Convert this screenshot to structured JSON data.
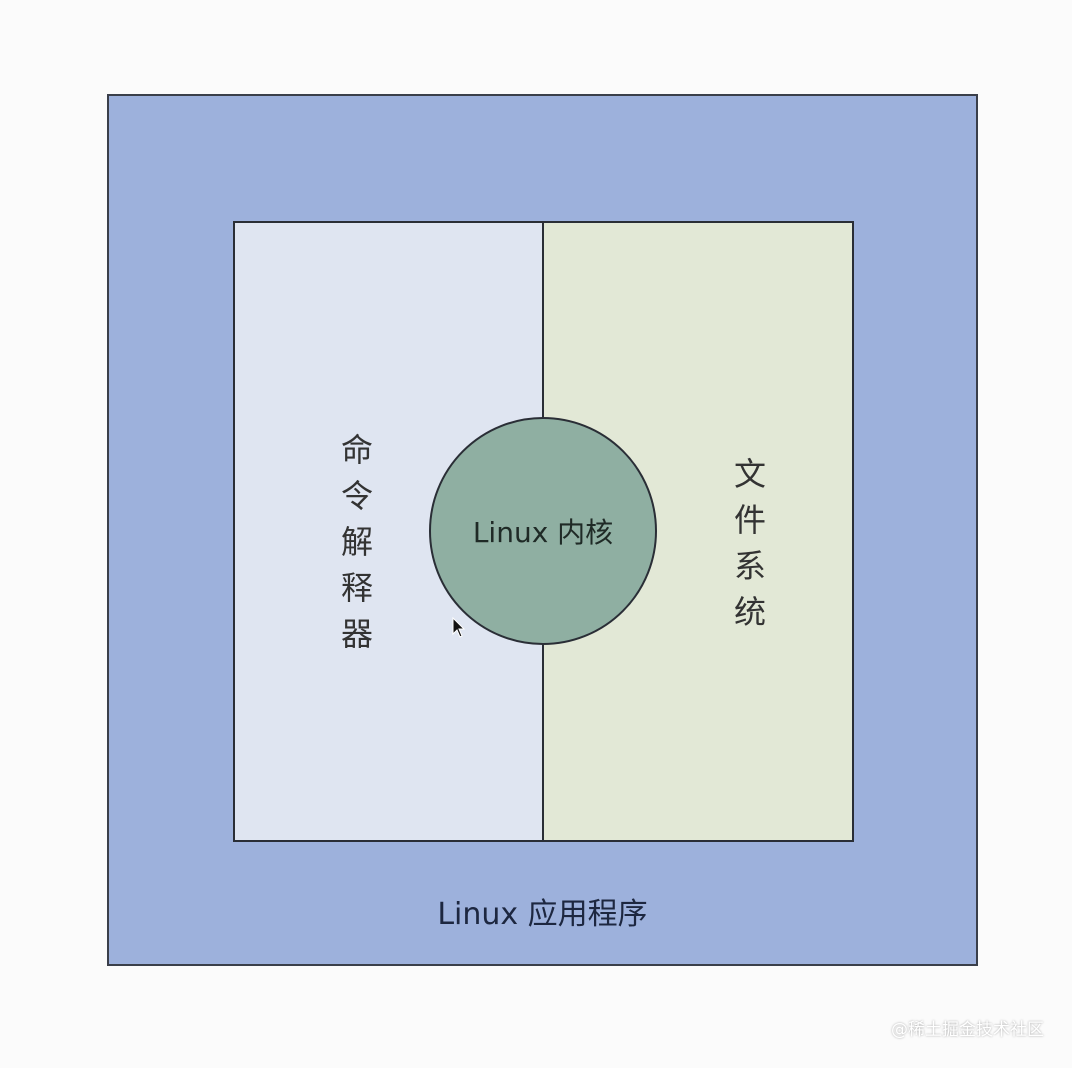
{
  "diagram": {
    "outer_label": "Linux 应用程序",
    "left_label": "命令解释器",
    "right_label": "文件系统",
    "kernel_label": "Linux 内核",
    "colors": {
      "outer": "#9db1dc",
      "left_panel": "#dfe5f1",
      "right_panel": "#e2e8d6",
      "kernel": "#8fafa2"
    }
  },
  "watermark": "@稀土掘金技术社区",
  "cursor_icon": "mouse-pointer-icon"
}
